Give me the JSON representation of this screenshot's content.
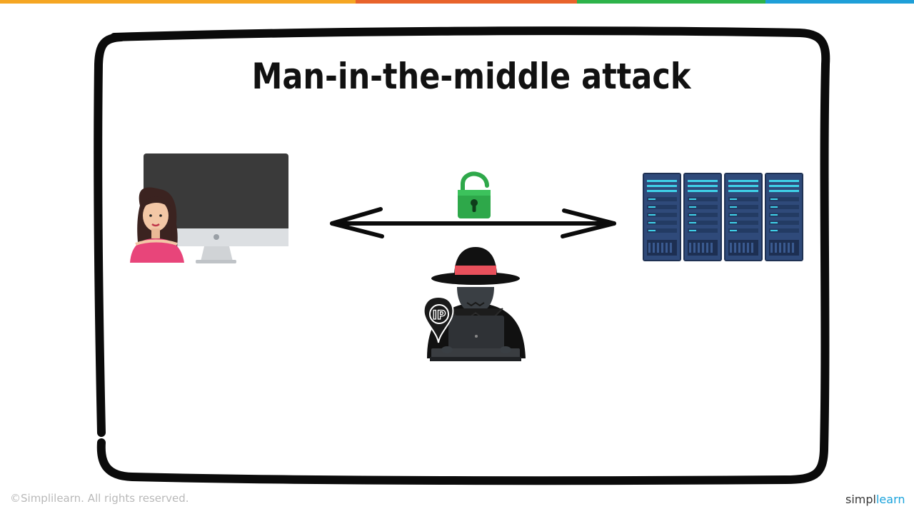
{
  "title": "Man-in-the-middle attack",
  "footer": {
    "copyright": "©Simplilearn. All rights reserved.",
    "brand_left": "simpl",
    "brand_right": "learn"
  },
  "hacker": {
    "badge_text": "IP"
  },
  "colors": {
    "bar_orange": "#f5a623",
    "bar_red": "#e8632b",
    "bar_green": "#2db34a",
    "bar_blue": "#1e9fd8",
    "lock_green": "#2ea84a",
    "hat_band": "#e8505b",
    "server_blue": "#2f4a7a",
    "led_cyan": "#3fd1e8"
  },
  "icons": [
    "user-computer-icon",
    "double-arrow-icon",
    "unlocked-padlock-icon",
    "server-rack-icon",
    "hacker-icon",
    "ip-location-pin-icon"
  ]
}
